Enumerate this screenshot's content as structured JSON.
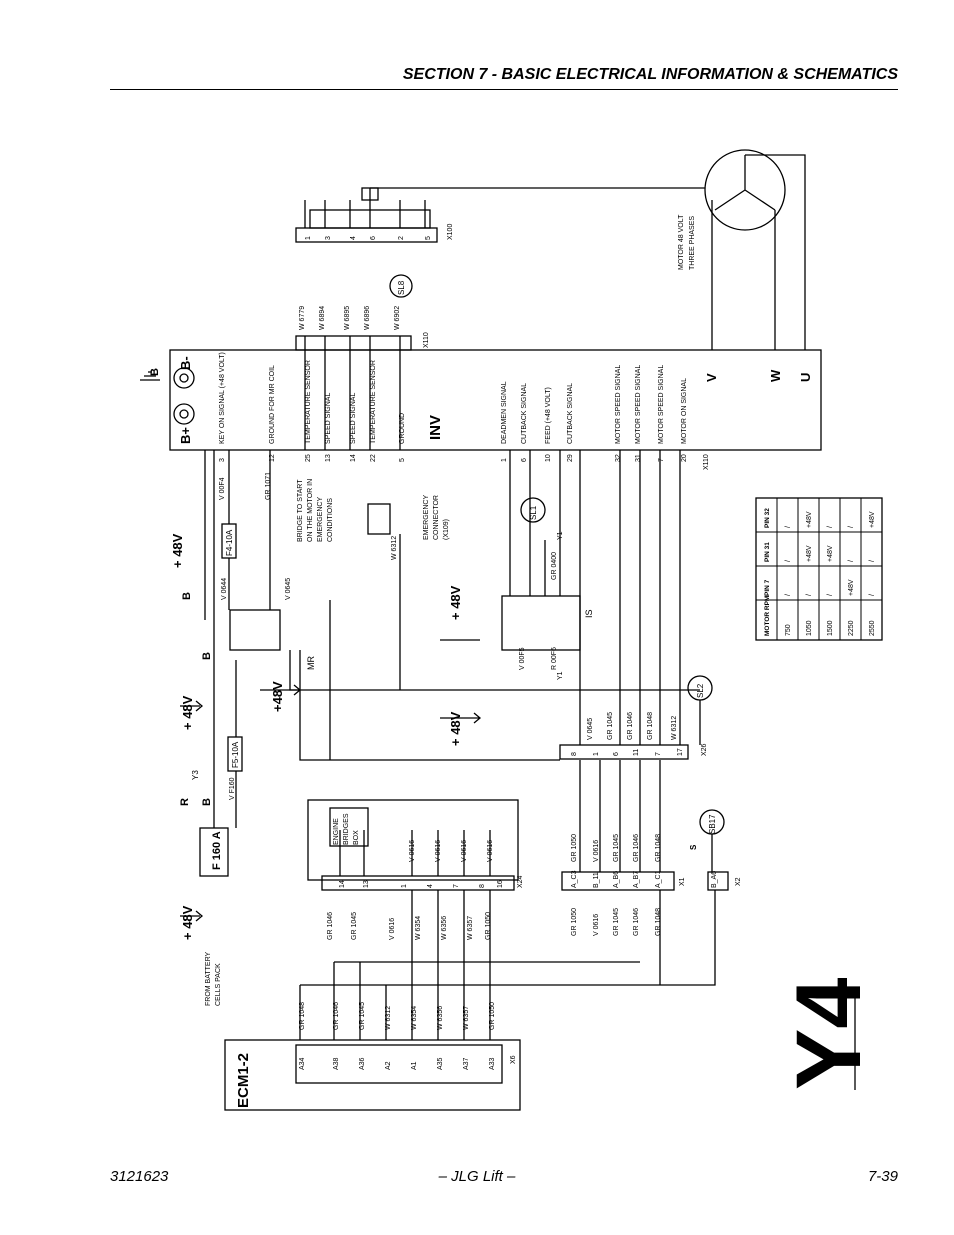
{
  "header": {
    "title": "SECTION 7 - BASIC ELECTRICAL INFORMATION & SCHEMATICS"
  },
  "footer": {
    "doc_number": "3121623",
    "center": "– JLG Lift –",
    "page": "7-39"
  },
  "diagram": {
    "watermark": "Y4",
    "ecm": "ECM1-2",
    "inv": "INV",
    "engine_box": [
      "ENGINE",
      "BRIDGES",
      "BOX"
    ],
    "motor": [
      "MOTOR 48 VOLT",
      "THREE PHASES"
    ],
    "battery": [
      "FROM BATTERY",
      "CELLS PACK"
    ],
    "fuse_main": "F 160 A",
    "fuse_f4": "F4-10A",
    "fuse_f5": "F5-10A",
    "bridge_note": [
      "BRIDGE TO START",
      "ON THE MOTOR IN",
      "EMERGENCY",
      "CONDITIONS"
    ],
    "emergency_connector": [
      "EMERGENCY",
      "CONNECTOR",
      "(X109)"
    ],
    "plus48": "+ 48V",
    "plus48b": "+48V",
    "term_bplus": "B+",
    "term_bminus": "B-",
    "term_b": "B",
    "term_r": "R",
    "y3": "Y3",
    "y1": "Y1",
    "s": "S",
    "mr": "MR",
    "is_label": "IS",
    "sl1": "SL1",
    "sl2": "SL2",
    "sl8": "SL8",
    "sb17": "SB17",
    "x6": "X6",
    "x24": "X24",
    "x1": "X1",
    "x2": "X2",
    "x26": "X26",
    "x100": "X100",
    "x110": "X110",
    "x109": "X109",
    "inv_pins_left": [
      "KEY ON SIGNAL (+48 VOLT)",
      "GROUND FOR MR COIL",
      "TEMPERATURE SENSOR",
      "SPEED SIGNAL",
      "SPEED SIGNAL",
      "TEMPERATURE SENSOR",
      "GROUND"
    ],
    "inv_pins_left_num": [
      "3",
      "12",
      "25",
      "13",
      "14",
      "22",
      "5"
    ],
    "inv_pins_right": [
      "DEADMEN SIGNAL",
      "CUTBACK SIGNAL",
      "FEED (+48 VOLT)",
      "CUTBACK SIGNAL",
      "MOTOR SPEED SIGNAL",
      "MOTOR SPEED SIGNAL",
      "MOTOR SPEED SIGNAL",
      "MOTOR ON SIGNAL"
    ],
    "inv_pins_right_num": [
      "1",
      "6",
      "10",
      "29",
      "32",
      "31",
      "7",
      "20"
    ],
    "phases": [
      "V",
      "W",
      "U"
    ],
    "x100_pins": [
      "1",
      "3",
      "4",
      "6",
      "2",
      "5"
    ],
    "x110_wires": [
      "W 6779",
      "W 6894",
      "W 6895",
      "W 6896",
      "W 6902"
    ],
    "x6_pins": [
      "A34",
      "A38",
      "A36",
      "A2",
      "A1",
      "A35",
      "A37",
      "A33"
    ],
    "x6_wires": [
      "GR 1048",
      "GR 1046",
      "GR 1045",
      "W 6312",
      "W 6354",
      "W 6356",
      "W 6357",
      "GR 1050"
    ],
    "x24_pins": [
      "14",
      "13",
      "1",
      "4",
      "7",
      "8",
      "16"
    ],
    "x24_wires": [
      "GR 1046",
      "GR 1045",
      "V 0616",
      "W 6354",
      "W 6356",
      "W 6357",
      "GR 1050"
    ],
    "x24_top_wires": [
      "V 0616",
      "V 0616",
      "V 0616",
      "V 0616"
    ],
    "x1_pins": [
      "A_C3",
      "B_11",
      "A_B6",
      "A_B7",
      "A_C1"
    ],
    "x1_wires": [
      "GR 1050",
      "V 0616",
      "GR 1045",
      "GR 1046",
      "GR 1048"
    ],
    "x26_pins": [
      "8",
      "1",
      "6",
      "11",
      "7",
      "17"
    ],
    "x26_wires": [
      "V 0645",
      "GR 1045",
      "GR 1046",
      "GR 1048",
      "W 6312"
    ],
    "x2_pin": "B_A6",
    "misc_wires": [
      "V 00F4",
      "GR 1071",
      "V 0644",
      "V 0645",
      "W 6312",
      "V 00F5",
      "R 00F6",
      "GR 0400",
      "V F160"
    ],
    "rpm_table": {
      "headers": [
        "MOTOR RPM",
        "PIN 7",
        "PIN 31",
        "PIN 32"
      ],
      "rows": [
        [
          "750",
          "/",
          "/",
          "/"
        ],
        [
          "1050",
          "/",
          "+48V",
          "+48V"
        ],
        [
          "1500",
          "/",
          "+48V",
          "/"
        ],
        [
          "2250",
          "+48V",
          "/",
          "/"
        ],
        [
          "2550",
          "/",
          "/",
          "+48V"
        ]
      ]
    }
  }
}
